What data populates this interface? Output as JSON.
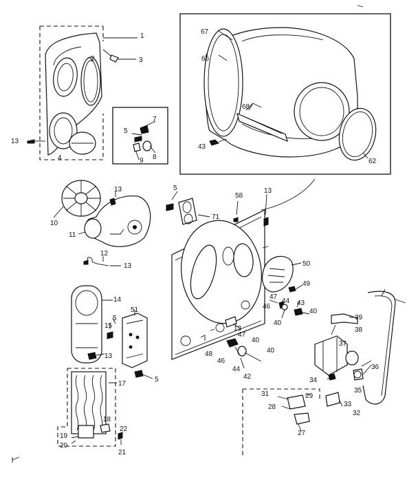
{
  "colors": {
    "ink": "#111111",
    "paper": "#ffffff"
  },
  "callouts": {
    "c1": "1",
    "c2": "2",
    "c3": "3",
    "c4": "4",
    "c5": "5",
    "c7": "7",
    "c8": "8",
    "c9": "9",
    "c10": "10",
    "c11": "11",
    "c12": "12",
    "c13": "13",
    "c14": "14",
    "c15": "15",
    "c17": "17",
    "c18": "18",
    "c19": "19",
    "c20": "20",
    "c21": "21",
    "c22": "22",
    "c27": "27",
    "c28": "28",
    "c29": "29",
    "c31": "31",
    "c32": "32",
    "c33": "33",
    "c34": "34",
    "c35": "35",
    "c36": "36",
    "c37": "37",
    "c38": "38",
    "c39": "39",
    "c40": "40",
    "c42": "42",
    "c43": "43",
    "c44": "44",
    "c46": "46",
    "c47": "47",
    "c48": "48",
    "c49": "49",
    "c50": "50",
    "c51": "51",
    "c58": "58",
    "c62": "62",
    "c66": "66",
    "c67": "67",
    "c68": "68",
    "c71": "71"
  }
}
